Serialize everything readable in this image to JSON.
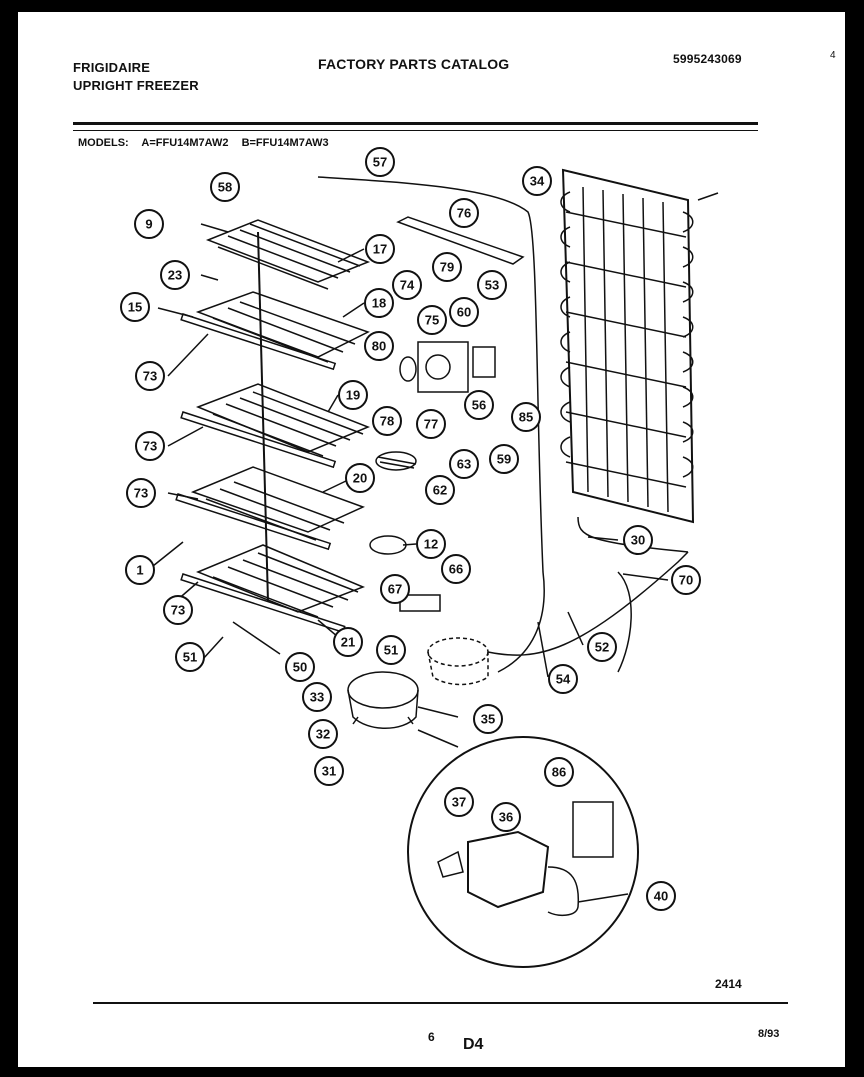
{
  "header": {
    "brand": "FRIGIDAIRE",
    "product": "UPRIGHT FREEZER",
    "title": "FACTORY PARTS CATALOG",
    "catalog_number": "5995243069"
  },
  "models": {
    "label": "MODELS:",
    "a": "A=FFU14M7AW2",
    "b": "B=FFU14M7AW3"
  },
  "callouts": [
    "57",
    "58",
    "9",
    "76",
    "34",
    "17",
    "79",
    "23",
    "74",
    "53",
    "15",
    "18",
    "75",
    "60",
    "80",
    "73",
    "56",
    "85",
    "19",
    "78",
    "77",
    "73",
    "63",
    "59",
    "20",
    "62",
    "73",
    "30",
    "12",
    "1",
    "66",
    "70",
    "67",
    "73",
    "21",
    "51",
    "52",
    "54",
    "51",
    "50",
    "33",
    "35",
    "32",
    "31",
    "86",
    "37",
    "36",
    "40"
  ],
  "footer": {
    "diagram_number": "2414",
    "page_number": "6",
    "page_code": "D4",
    "date": "8/93"
  },
  "corner_mark": "4"
}
